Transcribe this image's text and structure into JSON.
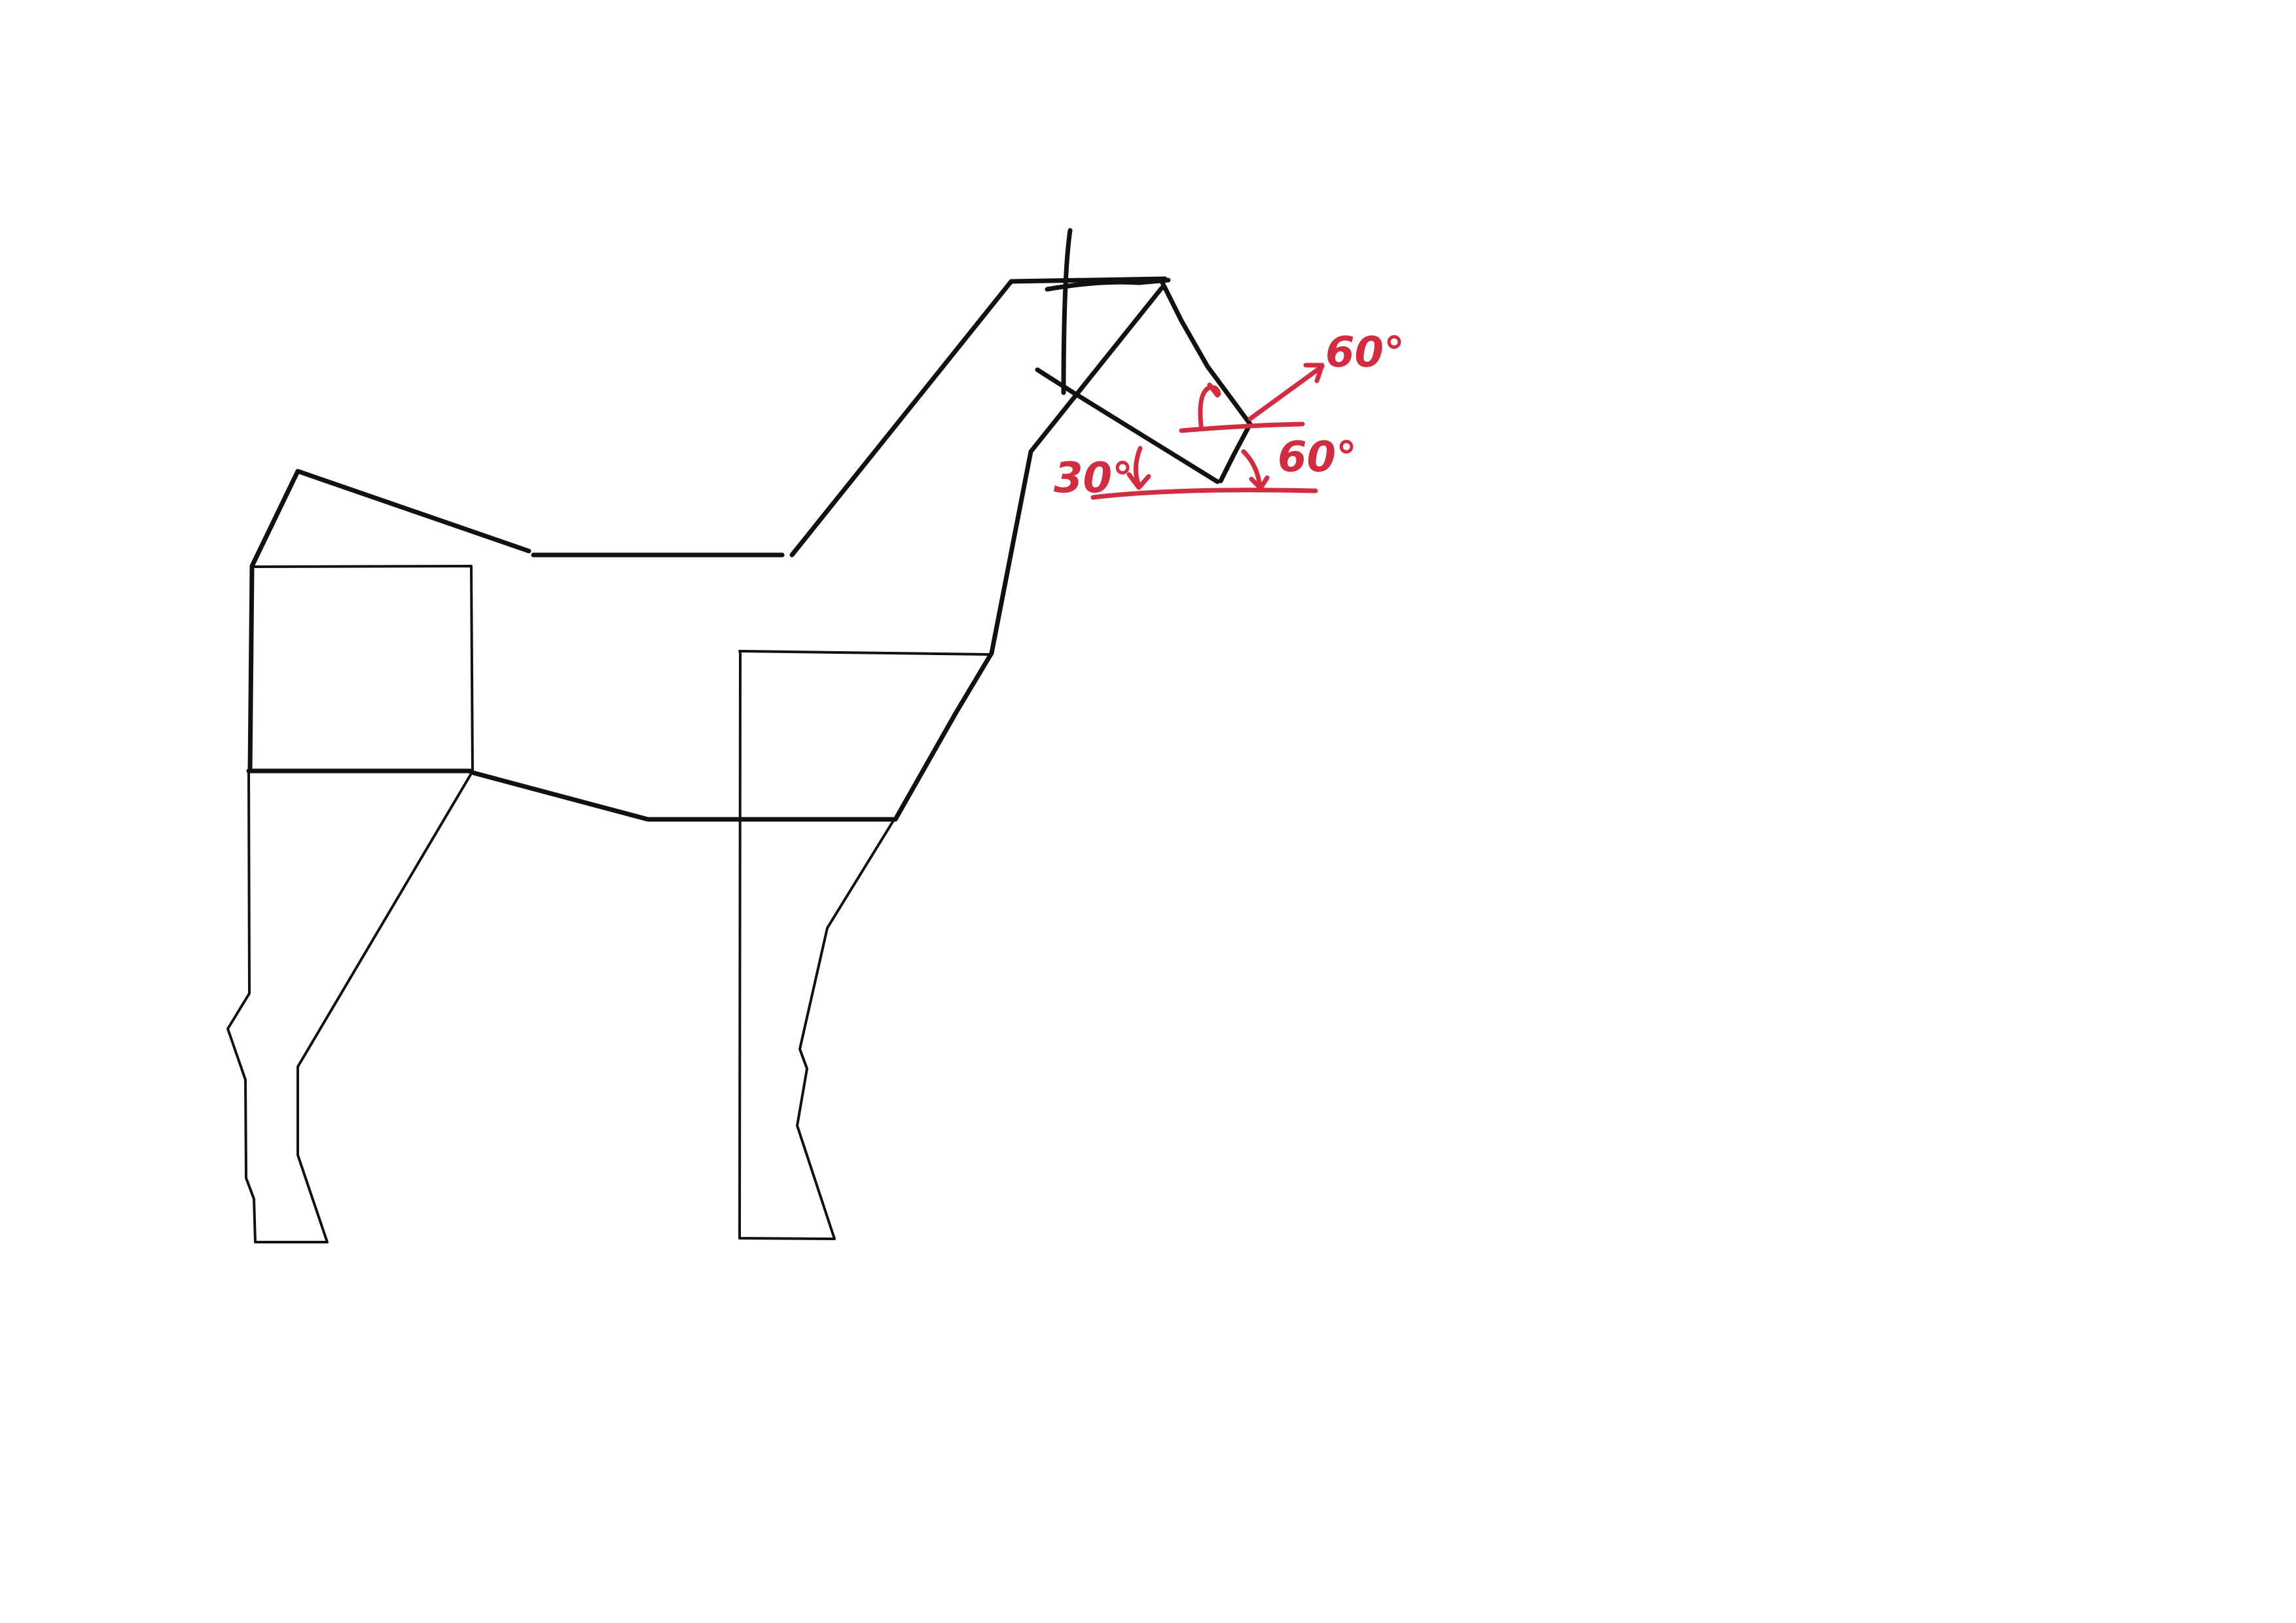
{
  "colors": {
    "background": "#ffffff",
    "ink": "#111111",
    "annotation": "#d12c3f"
  },
  "annotations": {
    "upper_angle": "60°",
    "lower_right_angle": "60°",
    "lower_left_angle": "30°"
  }
}
